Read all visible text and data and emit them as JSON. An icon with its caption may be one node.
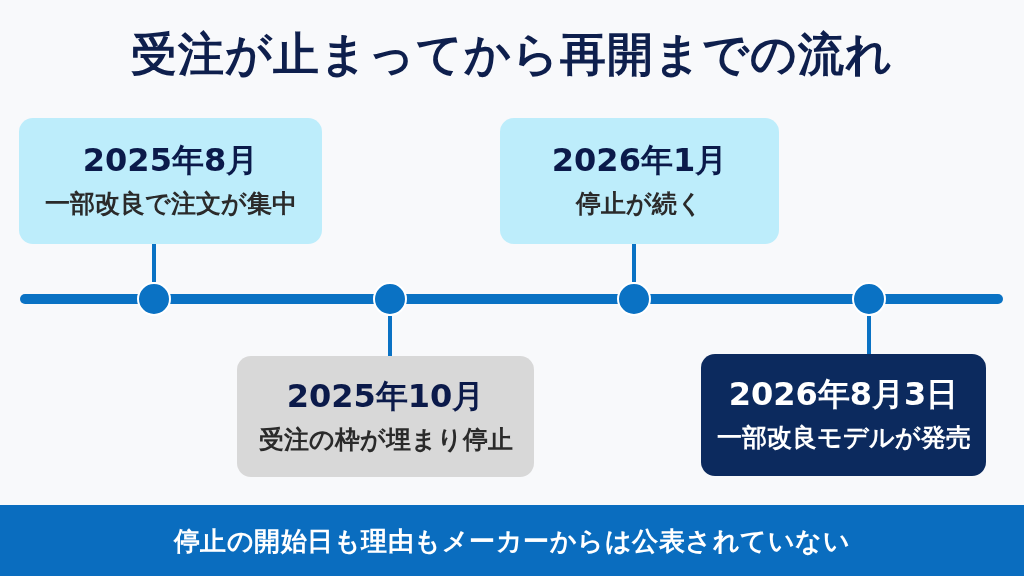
{
  "diagram": {
    "title": "受注が止まってから再開までの流れ",
    "nodes": [
      {
        "text": [
          "2025年8月",
          "一部改良で注文が集中"
        ]
      },
      {
        "text": [
          "2026年1月",
          "停止が続く"
        ]
      },
      {
        "text": [],
        "shape": "circle"
      },
      {
        "text": [],
        "shape": "circle"
      },
      {
        "text": [],
        "shape": "circle"
      },
      {
        "text": [],
        "shape": "circle"
      },
      {
        "text": [
          "2025年10月",
          "受注の枠が埋まり停止"
        ]
      },
      {
        "text": [
          "2026年8月3日",
          "一部改良モデルが発売"
        ]
      },
      {
        "text": [
          "停止の開始日も理由もメーカーからは公表されていない"
        ]
      }
    ],
    "edges": [
      {
        "from": 0,
        "to": 2,
        "arrow": "none"
      },
      {
        "from": 6,
        "to": 3,
        "arrow": "none"
      },
      {
        "from": 1,
        "to": 4,
        "arrow": "none"
      },
      {
        "from": 7,
        "to": 5,
        "arrow": "none"
      }
    ]
  }
}
